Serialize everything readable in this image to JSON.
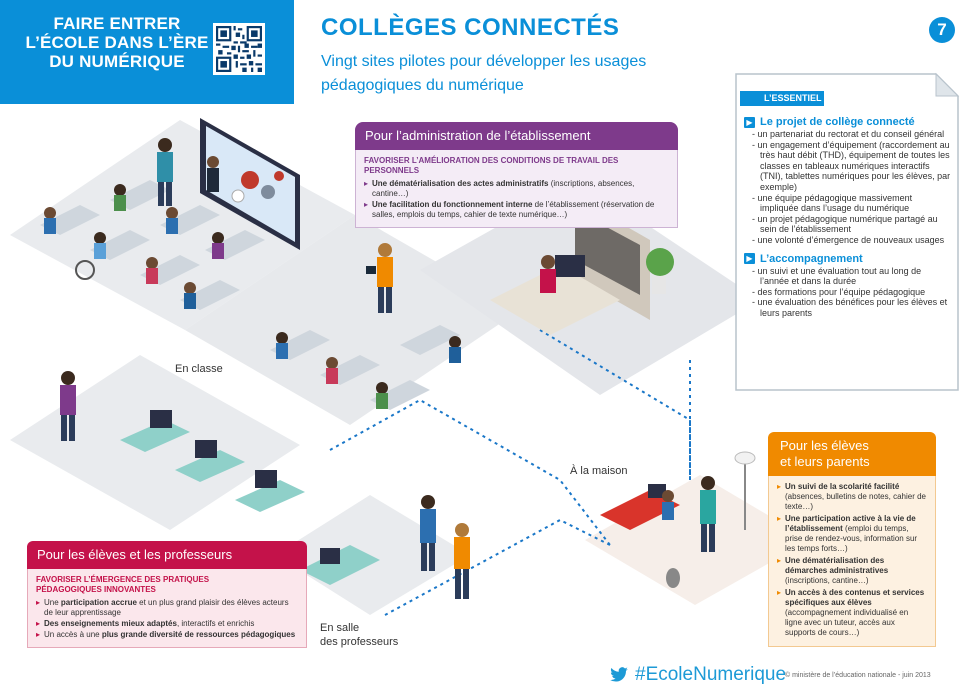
{
  "header": {
    "title_line1": "FAIRE ENTRER",
    "title_line2": "L’ÉCOLE DANS L’ÈRE",
    "title_line3": "DU NUMÉRIQUE"
  },
  "title": "COLLÈGES CONNECTÉS",
  "subtitle": "Vingt sites pilotes pour développer les usages pédagogiques du numérique",
  "page_number": "7",
  "essentiel": {
    "tag": "L’ESSENTIEL",
    "section1": {
      "heading": "Le projet de collège connecté",
      "items": [
        "un partenariat du rectorat et du conseil général",
        "un engagement d’équipement (raccordement au très haut débit (THD), équipement de toutes les classes en tableaux numériques interactifs (TNI), tablettes numériques pour les élèves, par exemple)",
        "une équipe pédagogique massivement impliquée dans l’usage du numérique",
        "un projet pédagogique numérique partagé au sein de l’établissement",
        "une volonté d’émergence de nouveaux usages"
      ]
    },
    "section2": {
      "heading": "L’accompagnement",
      "items": [
        "un suivi et une évaluation tout au long de l’année et dans la durée",
        "des formations pour l’équipe pédagogique",
        "une évaluation des bénéfices pour les élèves et leurs parents"
      ]
    }
  },
  "admin": {
    "title": "Pour l’administration de l’établissement",
    "subtitle": "FAVORISER L’AMÉLIORATION DES CONDITIONS DE TRAVAIL DES PERSONNELS",
    "item1_bold": "Une dématérialisation des actes administratifs",
    "item1_rest": " (inscriptions, absences, cantine…)",
    "item2_bold": "Une facilitation du fonctionnement interne",
    "item2_rest": " de l’établissement (réservation de salles, emplois du temps, cahier de texte numérique…)"
  },
  "prof": {
    "title": "Pour les élèves et les professeurs",
    "subtitle_line1": "FAVORISER L’ÉMERGENCE DES PRATIQUES",
    "subtitle_line2": "PÉDAGOGIQUES INNOVANTES",
    "item1_pre": "Une ",
    "item1_bold": "participation accrue",
    "item1_rest": " et un plus grand plaisir des élèves acteurs de leur apprentissage",
    "item2_bold": "Des enseignements mieux adaptés",
    "item2_rest": ", interactifs et enrichis",
    "item3_pre": "Un accès à une ",
    "item3_bold": "plus grande diversité de ressources pédagogiques"
  },
  "parents": {
    "title_line1": "Pour les élèves",
    "title_line2": "et leurs parents",
    "item1_bold": "Un suivi de la scolarité facilité",
    "item1_rest": " (absences, bulletins de notes, cahier de texte…)",
    "item2_bold": "Une participation active à la vie de l’établissement",
    "item2_rest": " (emploi du temps, prise de rendez-vous, information sur les temps forts…)",
    "item3_bold": "Une dématérialisation des démarches administratives",
    "item3_rest": " (inscriptions, cantine…)",
    "item4_bold": "Un accès à des contenus et services spécifiques aux élèves",
    "item4_rest": " (accompagnement individualisé en ligne avec un tuteur, accès aux supports de cours…)"
  },
  "labels": {
    "en_classe": "En classe",
    "maison": "À la maison",
    "salle_line1": "En salle",
    "salle_line2": "des professeurs"
  },
  "footer": {
    "hashtag": "#EcoleNumerique",
    "copyright": "© ministère de l’éducation nationale - juin 2013"
  },
  "colors": {
    "brand_blue": "#0a8fd8",
    "admin_purple": "#7e3a8b",
    "prof_red": "#c4124a",
    "parents_orange": "#f08a00"
  },
  "icons": {
    "qr": "qr-code",
    "bird": "bird-icon"
  }
}
